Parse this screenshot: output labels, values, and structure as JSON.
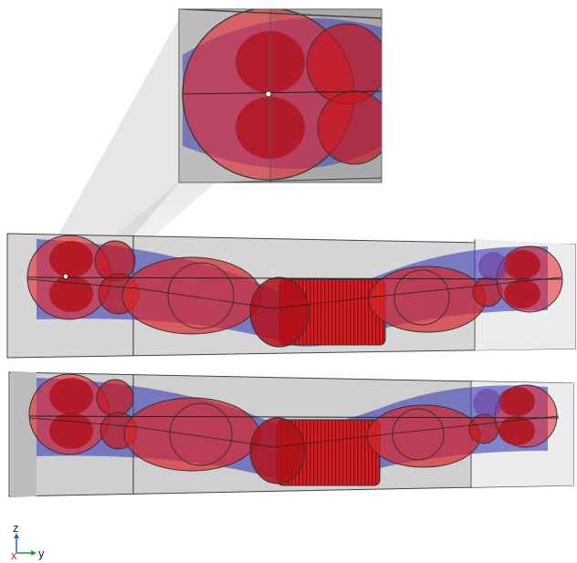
{
  "triad": {
    "z_label": "z",
    "y_label": "y",
    "x_label": "x",
    "z_color": "#2a63d6",
    "y_color": "#1a9a3a",
    "x_color": "#d8262a"
  },
  "colors": {
    "sphere_red": "#e8242a",
    "sheath_blue": "#3c3cb4",
    "box_grey": "#9e9e9e",
    "box_light": "#e8e8e8",
    "edge": "#333333"
  }
}
